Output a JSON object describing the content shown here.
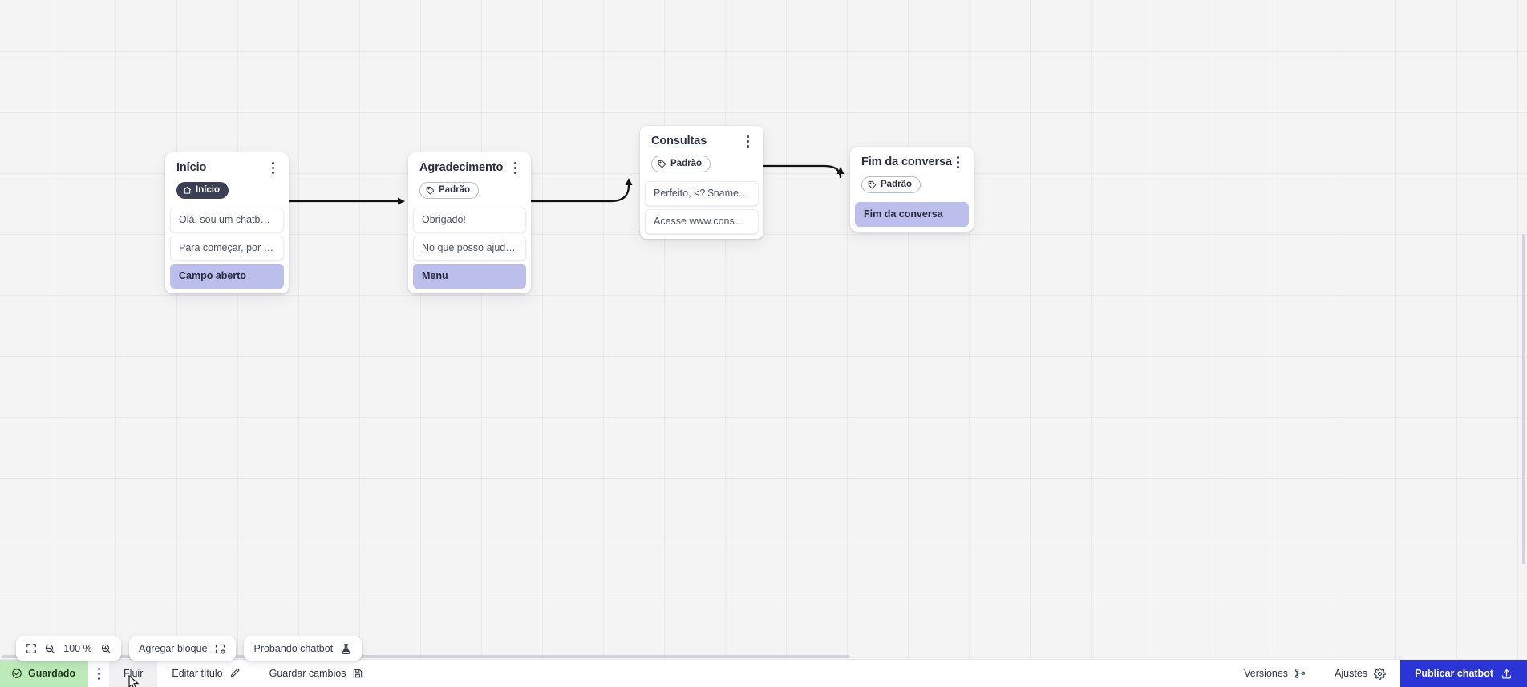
{
  "canvas": {
    "zoom_label": "100 %",
    "nodes": [
      {
        "id": "inicio",
        "title": "Início",
        "badge_type": "start",
        "badge_label": "Início",
        "badge_icon": "home-icon",
        "rows": [
          {
            "text": "Olá, sou um chatbot de teste!",
            "accent": false
          },
          {
            "text": "Para começar, por favor digite o ...",
            "accent": false
          },
          {
            "text": "Campo aberto",
            "accent": true
          }
        ]
      },
      {
        "id": "agradecimento",
        "title": "Agradecimento",
        "badge_type": "tag",
        "badge_label": "Padrão",
        "badge_icon": "tag-icon",
        "rows": [
          {
            "text": "Obrigado!",
            "accent": false
          },
          {
            "text": "No que posso ajudar, <? $name ...",
            "accent": false
          },
          {
            "text": "Menu",
            "accent": true
          }
        ]
      },
      {
        "id": "consultas",
        "title": "Consultas",
        "badge_type": "tag",
        "badge_label": "Padrão",
        "badge_icon": "tag-icon",
        "rows": [
          {
            "text": "Perfeito, <? $name ?>!",
            "accent": false
          },
          {
            "text": "Acesse www.consultas.com par...",
            "accent": false
          }
        ]
      },
      {
        "id": "fim-da-conversa",
        "title": "Fim da conversa",
        "badge_type": "tag",
        "badge_label": "Padrão",
        "badge_icon": "tag-icon",
        "rows": [
          {
            "text": "Fim da conversa",
            "accent": true
          }
        ]
      }
    ]
  },
  "float_toolbar": {
    "fit_icon": "fit-screen-icon",
    "zoom_out_icon": "zoom-out-icon",
    "zoom_in_icon": "zoom-in-icon",
    "zoom_value": "100 %",
    "add_block_label": "Agregar bloque",
    "add_block_icon": "add-block-icon",
    "test_chatbot_label": "Probando chatbot",
    "test_chatbot_icon": "flask-icon"
  },
  "statusbar": {
    "saved_label": "Guardado",
    "saved_icon": "check-circle-icon",
    "more_icon": "more-vertical-icon",
    "flow_label": "Fluir",
    "edit_title_label": "Editar título",
    "edit_title_icon": "pencil-icon",
    "save_changes_label": "Guardar cambios",
    "save_changes_icon": "save-icon",
    "versions_label": "Versiones",
    "versions_icon": "branch-icon",
    "settings_label": "Ajustes",
    "settings_icon": "gear-icon",
    "publish_label": "Publicar chatbot",
    "publish_icon": "upload-icon"
  },
  "colors": {
    "accent_block": "#bcbeec",
    "publish_button": "#2b35d6",
    "saved_badge": "#bdeab9",
    "node_start_badge": "#3b3f54",
    "canvas_bg": "#f4f4f5"
  }
}
